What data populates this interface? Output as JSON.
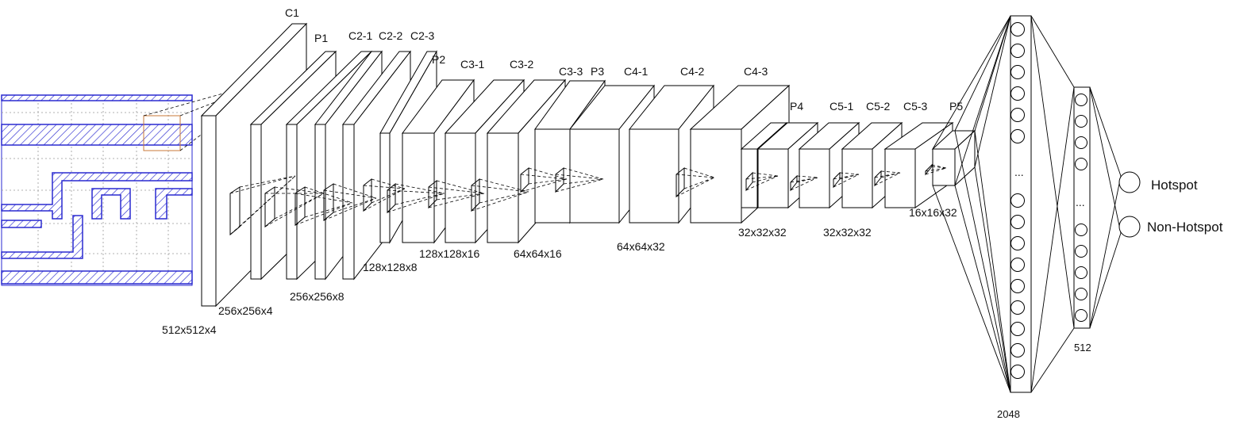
{
  "title": "",
  "input": {
    "layout_name": ""
  },
  "layers": [
    {
      "label": "C1",
      "dims": ""
    },
    {
      "label": "P1",
      "dims": ""
    },
    {
      "label": "C2-1",
      "dims": ""
    },
    {
      "label": "C2-2",
      "dims": ""
    },
    {
      "label": "C2-3",
      "dims": ""
    },
    {
      "label": "P2",
      "dims": ""
    },
    {
      "label": "C3-1",
      "dims": ""
    },
    {
      "label": "C3-2",
      "dims": ""
    },
    {
      "label": "C3-3",
      "dims": ""
    },
    {
      "label": "P3",
      "dims": ""
    },
    {
      "label": "C4-1",
      "dims": ""
    },
    {
      "label": "C4-2",
      "dims": ""
    },
    {
      "label": "C4-3",
      "dims": ""
    },
    {
      "label": "P4",
      "dims": ""
    },
    {
      "label": "C5-1",
      "dims": ""
    },
    {
      "label": "C5-2",
      "dims": ""
    },
    {
      "label": "C5-3",
      "dims": ""
    },
    {
      "label": "P5",
      "dims": ""
    }
  ],
  "dims_labels": [
    "512x512x4",
    "256x256x4",
    "256x256x8",
    "128x128x8",
    "128x128x16",
    "64x64x16",
    "64x64x32",
    "32x32x32",
    "32x32x32",
    "16x16x32"
  ],
  "fc": [
    {
      "label": "2048"
    },
    {
      "label": "512"
    }
  ],
  "fc_ellipsis": "...",
  "outputs": [
    {
      "label": "Hotspot"
    },
    {
      "label": "Non-Hotspot"
    }
  ],
  "colors": {
    "metal": "#2a2ad0",
    "crop_box": "#c87a3a",
    "line": "#000000"
  }
}
